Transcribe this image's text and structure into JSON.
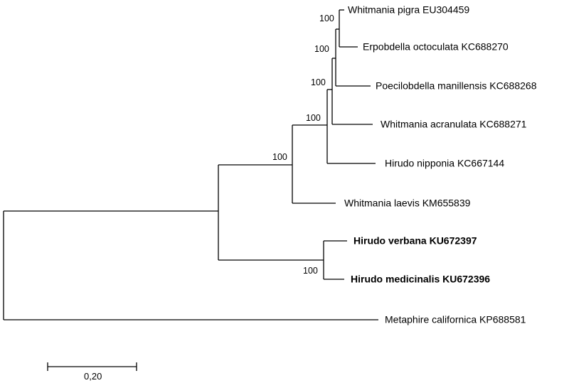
{
  "tree": {
    "leaves": [
      {
        "id": "wpigra",
        "label": "Whitmania pigra EU304459",
        "bold": false
      },
      {
        "id": "eocto",
        "label": "Erpobdella octoculata KC688270",
        "bold": false
      },
      {
        "id": "pmanil",
        "label": "Poecilobdella manillensis KC688268",
        "bold": false
      },
      {
        "id": "wacran",
        "label": "Whitmania acranulata KC688271",
        "bold": false
      },
      {
        "id": "hnipp",
        "label": "Hirudo nipponia KC667144",
        "bold": false
      },
      {
        "id": "wlaevis",
        "label": "Whitmania laevis KM655839",
        "bold": false
      },
      {
        "id": "hverb",
        "label": "Hirudo verbana KU672397",
        "bold": true
      },
      {
        "id": "hmed",
        "label": "Hirudo medicinalis KU672396",
        "bold": true
      },
      {
        "id": "mcalif",
        "label": "Metaphire californica KP688581",
        "bold": false
      }
    ],
    "bootstrap": [
      "100",
      "100",
      "100",
      "100",
      "100",
      "100"
    ],
    "scale_bar_label": "0,20"
  }
}
